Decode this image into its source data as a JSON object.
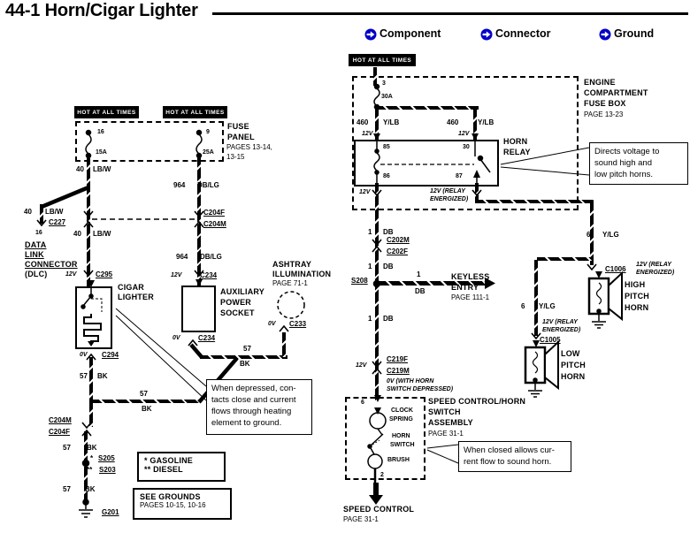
{
  "header": {
    "title": "44-1 Horn/Cigar Lighter"
  },
  "legend": {
    "component": "Component",
    "connector": "Connector",
    "ground": "Ground"
  },
  "banner": {
    "hot": "HOT AT ALL TIMES"
  },
  "fuse_panel": {
    "name1": "FUSE",
    "name2": "PANEL",
    "pages1": "PAGES 13-14,",
    "pages2": "13-15",
    "fuse1_no": "16",
    "fuse1_amps": "15A",
    "fuse2_no": "9",
    "fuse2_amps": "25A"
  },
  "engine_box": {
    "l1": "ENGINE",
    "l2": "COMPARTMENT",
    "l3": "FUSE BOX",
    "page": "PAGE 13-23",
    "fuse_no": "3",
    "fuse_amps": "30A"
  },
  "wire": {
    "c40": "40",
    "lbw": "LB/W",
    "c964": "964",
    "dblg": "DB/LG",
    "c57": "57",
    "bk": "BK",
    "c460": "460",
    "ylb": "Y/LB",
    "c1": "1",
    "db": "DB",
    "c6": "6",
    "ylg": "Y/LG"
  },
  "volt": {
    "v12": "12V",
    "v0": "0V",
    "rel1": "12V (RELAY",
    "rel2": "ENERGIZED)",
    "dep1": "0V (WITH HORN",
    "dep2": "SWITCH DEPRESSED)"
  },
  "conn": {
    "c227": "C227",
    "c295": "C295",
    "c294": "C294",
    "c204f": "C204F",
    "c204m": "C204M",
    "c234": "C234",
    "c233": "C233",
    "c202m": "C202M",
    "c202f": "C202F",
    "s208": "S208",
    "c219f": "C219F",
    "c219m": "C219M",
    "s205": "S205",
    "s203": "S203",
    "g201": "G201",
    "c1006": "C1006",
    "c1005": "C1005"
  },
  "pin": {
    "p16": "16",
    "p85": "85",
    "p30": "30",
    "p86": "86",
    "p87": "87",
    "p6": "6",
    "p2": "2"
  },
  "comp": {
    "dlc1": "DATA",
    "dlc2": "LINK",
    "dlc3": "CONNECTOR",
    "dlc4": "(DLC)",
    "cig1": "CIGAR",
    "cig2": "LIGHTER",
    "aux1": "AUXILIARY",
    "aux2": "POWER",
    "aux3": "SOCKET",
    "ash1": "ASHTRAY",
    "ash2": "ILLUMINATION",
    "ash_page": "PAGE 71-1",
    "relay1": "HORN",
    "relay2": "RELAY",
    "key1": "KEYLESS",
    "key2": "ENTRY",
    "key_page": "PAGE 111-1",
    "clock1": "CLOCK",
    "clock2": "SPRING",
    "hsw1": "HORN",
    "hsw2": "SWITCH",
    "brush": "BRUSH",
    "high": "HIGH",
    "low": "LOW",
    "pitch": "PITCH",
    "horn": "HORN",
    "asm1": "SPEED CONTROL/HORN",
    "asm2": "SWITCH",
    "asm3": "ASSEMBLY",
    "asm_page": "PAGE 31-1",
    "spd1": "SPEED CONTROL",
    "spd_page": "PAGE 31-1"
  },
  "note_depressed": [
    "When depressed, con-",
    "tacts close and current",
    "flows through heating",
    "element to ground."
  ],
  "note_directs": [
    "Directs voltage to",
    "sound high and",
    "low pitch horns."
  ],
  "note_closed": [
    "When closed allows cur-",
    "rent flow to sound horn."
  ],
  "footer": {
    "star": "*",
    "dstar": "**",
    "gas": "* GASOLINE",
    "diesel": "** DIESEL",
    "grounds1": "SEE GROUNDS",
    "grounds2": "PAGES 10-15, 10-16"
  },
  "colors": {
    "legend_icon_blue": "#0000C8",
    "line_black": "#000000"
  }
}
